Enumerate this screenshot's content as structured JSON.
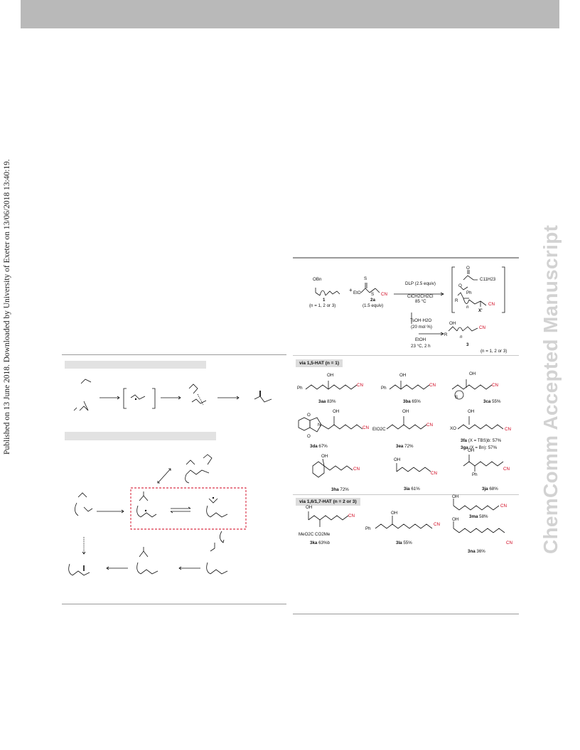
{
  "sidebar_left": "Published on 13 June 2018. Downloaded by University of Exeter on 13/06/2018 13:40:19.",
  "watermark": "ChemComm Accepted Manuscript",
  "scheme": {
    "reactant1": "OBn",
    "reactant1_label": "1",
    "reactant1_n": "(n = 1, 2 or 3)",
    "plus": "+",
    "reagent_S_top": "S",
    "reagent_EtO": "EtO",
    "reagent_S": "S",
    "reagent_CN": "CN",
    "reagent_label": "2a",
    "reagent_equiv": "(1.5 equiv)",
    "cond1_a": "DLP (2.5 equiv)",
    "cond1_b": "ClCH2CH2Cl",
    "cond1_c": "85 °C",
    "int_O": "O",
    "int_C11": "C11H23",
    "int_Ph": "Ph",
    "int_R": "R",
    "int_n": "n",
    "int_X": "X'",
    "int_CN": "CN",
    "cond2_a": "TsOH·H2O",
    "cond2_b": "(20 mol %)",
    "cond2_c": "EtOH",
    "cond2_d": "23 °C, 2 h",
    "prod_OH": "OH",
    "prod_R": "R",
    "prod_n": "n",
    "prod_CN": "CN",
    "prod_label": "3",
    "prod_n_note": "(n = 1, 2 or 3)"
  },
  "section1": "via 1,5-HAT (n = 1)",
  "section2": "via 1,6/1,7-HAT (n = 2 or 3)",
  "products": [
    {
      "id": "3aa",
      "yield": "83%",
      "sub": "Ph"
    },
    {
      "id": "3ba",
      "yield": "65%",
      "sub": "Ph"
    },
    {
      "id": "3ca",
      "yield": "55%",
      "sub": "S"
    },
    {
      "id": "3da",
      "yield": "67%",
      "sub": "N"
    },
    {
      "id": "3ea",
      "yield": "72%",
      "sub": "EtO2C"
    },
    {
      "id": "3fa",
      "yield": "(X = TBS)b: 57%",
      "sub": "XO"
    },
    {
      "id": "3ga",
      "yield": "(X = Bn): 57%",
      "sub": ""
    },
    {
      "id": "3ha",
      "yield": "72%",
      "sub": ""
    },
    {
      "id": "3ia",
      "yield": "61%",
      "sub": ""
    },
    {
      "id": "3ja",
      "yield": "68%",
      "sub": "Ph"
    },
    {
      "id": "3ka",
      "yield": "63%b",
      "sub": "MeO2C CO2Me"
    },
    {
      "id": "3la",
      "yield": "55%",
      "sub": "Ph"
    },
    {
      "id": "3ma",
      "yield": "58%",
      "sub": ""
    },
    {
      "id": "3na",
      "yield": "36%",
      "sub": ""
    }
  ]
}
